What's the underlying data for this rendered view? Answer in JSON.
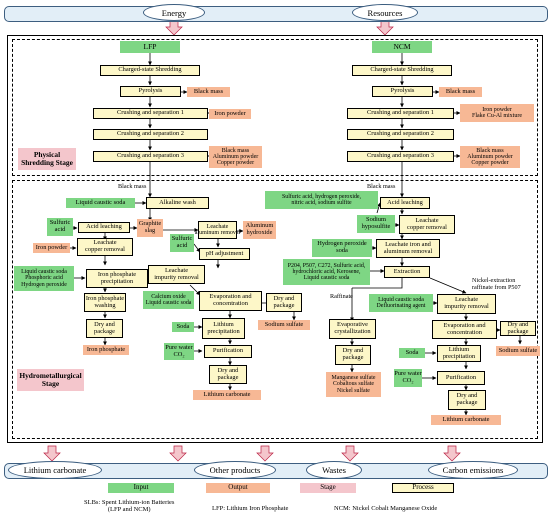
{
  "top": {
    "energy": "Energy",
    "resources": "Resources"
  },
  "lfp_title": "LFP",
  "ncm_title": "NCM",
  "lfp_phys": {
    "shred": "Charged-state Shredding",
    "pyro": "Pyrolysis",
    "cs1": "Crushing and separation 1",
    "cs2": "Crushing and separation 2",
    "cs3": "Crushing and separation 3",
    "out_pyro": "Black mass",
    "out_cs1": "Iron powder",
    "out_cs3": "Black mass\nAluminum powder\nCopper powder"
  },
  "ncm_phys": {
    "shred": "Charged-state Shredding",
    "pyro": "Pyrolysis",
    "cs1": "Crushing and separation 1",
    "cs2": "Crushing and separation 2",
    "cs3": "Crushing and separation 3",
    "out_pyro": "Black mass",
    "out_cs1": "Iron powder\nFlake Cu-Al mixture",
    "out_cs3": "Black mass\nAluminum powder\nCopper powder"
  },
  "physical_stage": "Physical\nShredding Stage",
  "hydro_stage": "Hydrometallurgical\nStage",
  "lfp_hydro": {
    "black_mass": "Black mass",
    "caustic": "Liquid caustic soda",
    "alkaline": "Alkaline wash",
    "sulfuric": "Sulfuric\nacid",
    "acid_leach": "Acid leaching",
    "graphite": "Graphite\nslag",
    "alu_removal": "Leachate\naluminum removal",
    "alu_hydroxide": "Aluminum\nhydroxide",
    "sulfuric2": "Sulfuric\nacid",
    "ph": "pH adjustment",
    "iron_powder": "Iron powder",
    "cu_removal": "Leachate\ncopper removal",
    "fp_inputs": "Liquid caustic soda\nPhosphoric acid\nHydrogen peroxide",
    "fp_precip": "Iron phosphate\nprecipitation",
    "imp_removal": "Leachate\nimpurity removal",
    "cao": "Calcium oxide\nLiquid caustic soda",
    "fp_wash": "Iron phosphate\nwashing",
    "evap": "Evaporation and\nconcentration",
    "dry_pkg_a": "Dry and\npackage",
    "sodium_sulfate": "Sodium sulfate",
    "dry_pkg_b": "Dry and\npackage",
    "iron_phosphate": "Iron phosphate",
    "soda": "Soda",
    "li_precip": "Lithium\nprecipitation",
    "pure_water": "Pure water\nCO₂",
    "purif": "Purification",
    "dry_pkg_c": "Dry and\npackage",
    "li_carb": "Lithium carbonate"
  },
  "ncm_hydro": {
    "black_mass": "Black mass",
    "acid_inputs": "Sulfuric acid, hydrogen peroxide,\nnitric acid, sodium sulfite",
    "acid_leach": "Acid leaching",
    "hypo": "Sodium\nhyposulfite",
    "cu_removal": "Leachate\ncopper removal",
    "h2o2": "Hydrogen peroxide\nsoda",
    "fe_al_removal": "Leachate iron and\naluminum removal",
    "extract_inputs": "P204, P507, C272, Sulfuric acid,\nhydrochloric acid, Kerosene,\nLiquid caustic soda",
    "extraction": "Extraction",
    "raffinate": "Raffinate",
    "ni_raff": "Nickel-extraction\nraffinate from P507",
    "deflu": "Liquid caustic soda\nDefluorinating agent",
    "imp_removal": "Leachate\nimpurity removal",
    "evap_cryst": "Evaporative\ncrystallization",
    "evap": "Evaporation and\nconcentration",
    "dry_pkg_a": "Dry and\npackage",
    "dry_pkg_b": "Dry and\npackage",
    "sulfates": "Manganese sulfate\nCobaltous sulfate\nNickel sulfate",
    "soda": "Soda",
    "li_precip": "Lithium\nprecipitation",
    "sodium_sulfate": "Sodium sulfate",
    "pure_water": "Pure water\nCO₂",
    "purif": "Purification",
    "dry_pkg_c": "Dry and\npackage",
    "li_carb": "Lithium carbonate"
  },
  "bottom": {
    "li_carb": "Lithium carbonate",
    "other": "Other products",
    "wastes": "Wastes",
    "carbon": "Carbon emissions"
  },
  "legend": {
    "input": "Input",
    "output": "Output",
    "stage": "Stage",
    "process": "Process",
    "slbs": "SLBs: Spent Lithium-ion Batteries\n(LFP and NCM)",
    "lfp": "LFP: Lithium Iron Phosphate",
    "ncm": "NCM: Nickel Cobalt Manganese Oxide"
  },
  "colors": {
    "process": "#fdf7c8",
    "input": "#7ed684",
    "output": "#f7b895",
    "stage": "#f4c6cc",
    "band": "#e2eef7"
  }
}
